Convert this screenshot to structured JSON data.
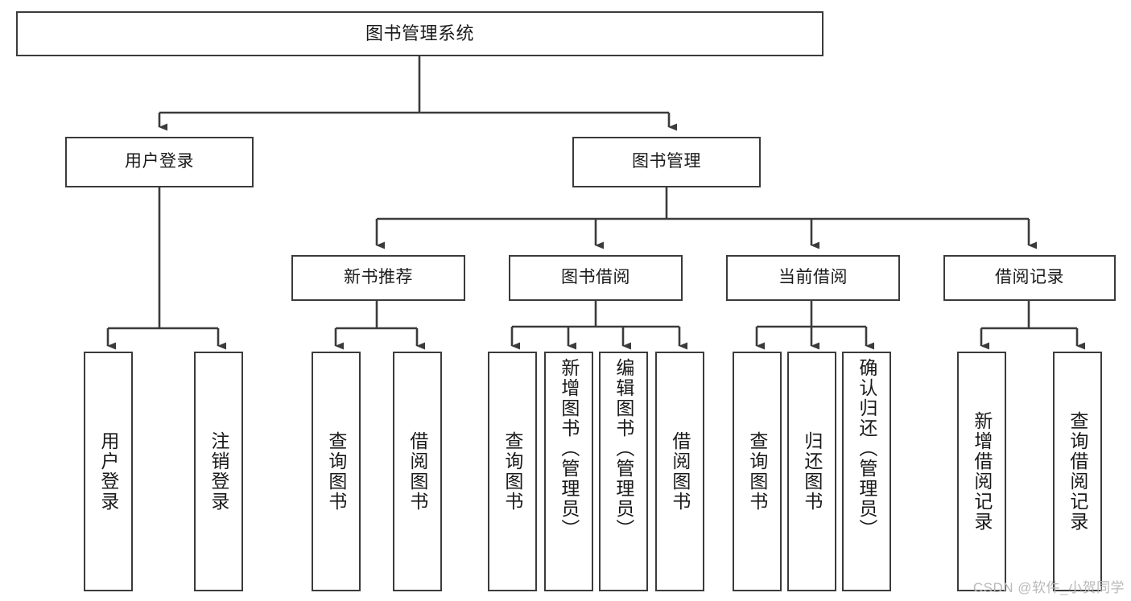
{
  "diagram": {
    "title": "图书管理系统",
    "type": "hierarchy-tree",
    "watermark": "CSDN @软件_小贺同学",
    "colors": {
      "box_border": "#3b3b3b",
      "box_fill": "#ffffff",
      "connector": "#3b3b3b",
      "text": "#1a1a1a",
      "watermark": "#b9b9b9"
    },
    "nodes": {
      "root": {
        "label": "图书管理系统",
        "level": 1
      },
      "level2": [
        {
          "id": "user-login",
          "label": "用户登录"
        },
        {
          "id": "book-management",
          "label": "图书管理"
        }
      ],
      "level3": [
        {
          "id": "new-book-recommend",
          "label": "新书推荐"
        },
        {
          "id": "book-borrow",
          "label": "图书借阅"
        },
        {
          "id": "current-borrow",
          "label": "当前借阅"
        },
        {
          "id": "borrow-record",
          "label": "借阅记录"
        }
      ],
      "leaves": {
        "user-login": [
          {
            "id": "leaf-user-login",
            "label": "用户登录"
          },
          {
            "id": "leaf-logout-login",
            "label": "注销登录"
          }
        ],
        "new-book-recommend": [
          {
            "id": "leaf-query-book-1",
            "label": "查询图书"
          },
          {
            "id": "leaf-borrow-book-1",
            "label": "借阅图书"
          }
        ],
        "book-borrow": [
          {
            "id": "leaf-query-book-2",
            "label": "查询图书"
          },
          {
            "id": "leaf-add-book",
            "label": "新增图书（管理员）"
          },
          {
            "id": "leaf-edit-book",
            "label": "编辑图书（管理员）"
          },
          {
            "id": "leaf-borrow-book-2",
            "label": "借阅图书"
          }
        ],
        "current-borrow": [
          {
            "id": "leaf-query-book-3",
            "label": "查询图书"
          },
          {
            "id": "leaf-return-book",
            "label": "归还图书"
          },
          {
            "id": "leaf-confirm-return",
            "label": "确认归还（管理员）"
          }
        ],
        "borrow-record": [
          {
            "id": "leaf-add-record",
            "label": "新增借阅记录"
          },
          {
            "id": "leaf-query-record",
            "label": "查询借阅记录"
          }
        ]
      }
    }
  }
}
